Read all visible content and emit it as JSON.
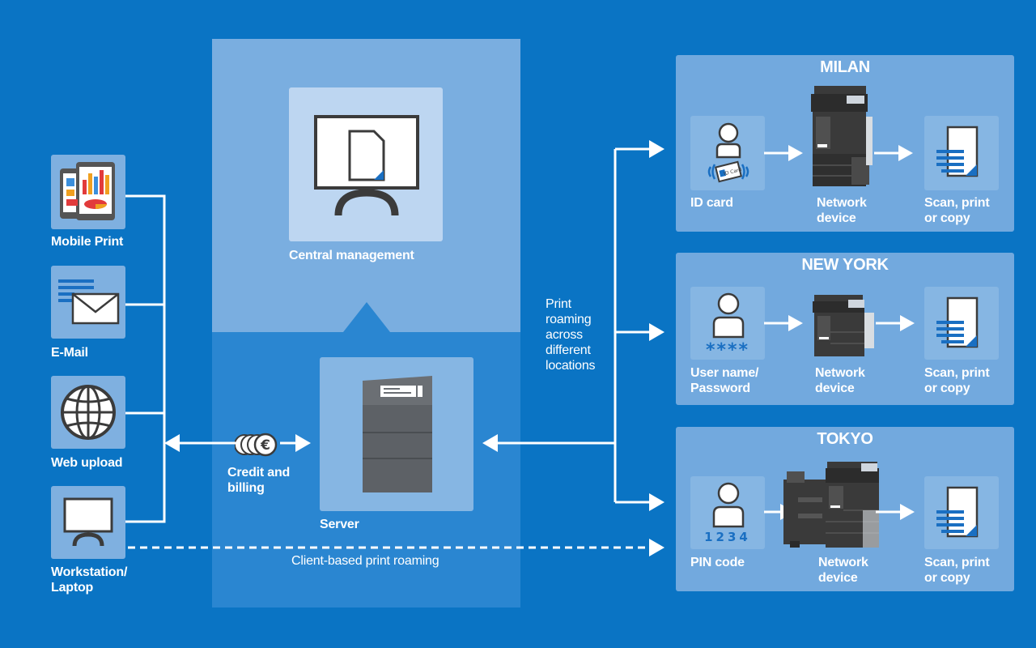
{
  "sources": {
    "mobile_print": "Mobile Print",
    "email": "E-Mail",
    "web_upload": "Web upload",
    "workstation": "Workstation/\nLaptop"
  },
  "center": {
    "central_management": "Central management",
    "server": "Server",
    "credit_billing": "Credit and\nbilling",
    "client_roaming": "Client-based print roaming"
  },
  "roaming": "Print\nroaming\nacross\ndifferent\nlocations",
  "locations": [
    {
      "city": "MILAN",
      "auth": "ID card",
      "device": "Network\ndevice",
      "output": "Scan, print\nor copy",
      "card_text": "ID Card"
    },
    {
      "city": "NEW YORK",
      "auth": "User name/\nPassword",
      "device": "Network\ndevice",
      "output": "Scan, print\nor copy",
      "stars": "****"
    },
    {
      "city": "TOKYO",
      "auth": "PIN code",
      "device": "Network\ndevice",
      "output": "Scan, print\nor copy",
      "pin": "1234"
    }
  ],
  "colors": {
    "background": "#0a74c4",
    "panel": "#72a9de",
    "tile": "#7fb0e0",
    "central_box": "#7aaee0",
    "server_box": "#2c87d0",
    "doc_accent": "#1a6fc2"
  }
}
